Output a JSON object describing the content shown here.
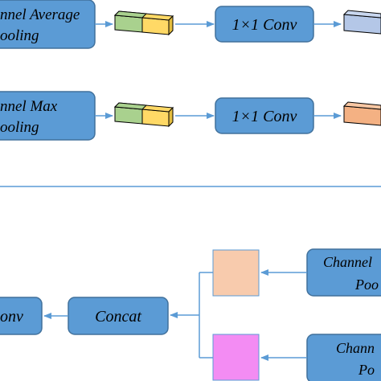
{
  "colors": {
    "box_fill": "#5b9bd5",
    "box_stroke": "#41719c",
    "arrow": "#5b9bd5",
    "divider": "#5b9bd5",
    "vec_green": "#a9d18e",
    "vec_yellow": "#ffd966",
    "out_blue": "#b4c7e7",
    "out_orange": "#f4b183",
    "square_peach": "#f8cbad",
    "square_magenta": "#f38cf3"
  },
  "top": {
    "avg_pool_line1": "nnel Average",
    "avg_pool_line2": "ooling",
    "conv1_label": "1×1 Conv",
    "max_pool_line1": "nnel Max",
    "max_pool_line2": "ooling",
    "conv2_label": "1×1 Conv"
  },
  "bottom": {
    "conv_label": "onv",
    "concat_label": "Concat",
    "pool_a_line1": "Channel",
    "pool_a_line2": "Poo",
    "pool_b_line1": "Chann",
    "pool_b_line2": "Po"
  }
}
